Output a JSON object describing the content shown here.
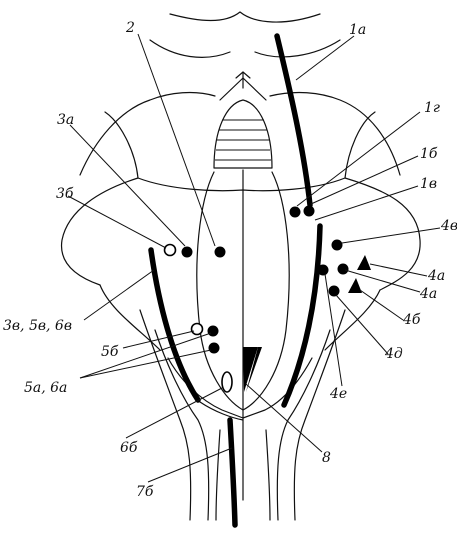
{
  "labels": {
    "l1a": "1а",
    "l2": "2",
    "l3a": "3а",
    "l1g": "1г",
    "l1b": "1б",
    "l1v": "1в",
    "l3b": "3б",
    "l4v": "4в",
    "l4a1": "4а",
    "l4a2": "4а",
    "l3v5v6v": "3в, 5в, 6в",
    "l4b": "4б",
    "l5b": "5б",
    "l4d": "4д",
    "l5a6a": "5а, 6а",
    "l4e": "4е",
    "l6b": "6б",
    "l8": "8",
    "l7b": "7б"
  }
}
